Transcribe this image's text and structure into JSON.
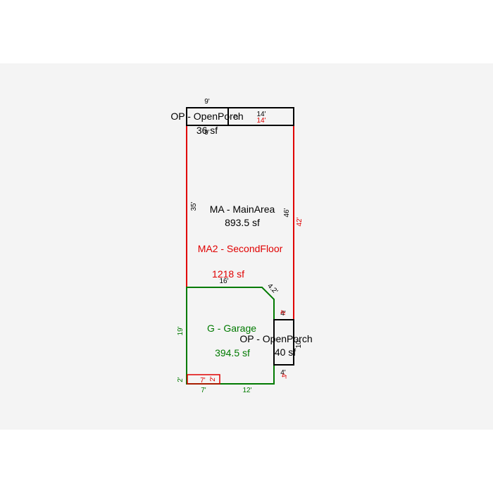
{
  "colors": {
    "black": "#000000",
    "red": "#e00000",
    "green": "#007a00",
    "background": "#f4f4f4"
  },
  "areas": {
    "open_porch_top": {
      "name": "OP - OpenPorch",
      "sqft": "36 sf"
    },
    "main_area": {
      "name": "MA - MainArea",
      "sqft": "893.5 sf"
    },
    "second_floor": {
      "name": "MA2 - SecondFloor",
      "sqft": "1218 sf"
    },
    "garage": {
      "name": "G - Garage",
      "sqft": "394.5 sf"
    },
    "open_porch_side": {
      "name": "OP - OpenPorch",
      "sqft": "40 sf"
    }
  },
  "dimensions": {
    "porch_top_width": "9'",
    "porch_top_inner": "9'",
    "porch_top_depth": "4'",
    "top_black_14": "14'",
    "top_red_14": "14'",
    "main_left": "35'",
    "main_right": "46'",
    "second_right": "42'",
    "main_bottom": "16'",
    "diag": "4.2'",
    "porch_side_top": "4'",
    "porch_side_bottom": "4'",
    "porch_side_height": "10'",
    "red_side_a": "4'",
    "red_side_b": "4'",
    "garage_left": "19'",
    "garage_left_small": "2'",
    "garage_bottom_7": "7'",
    "garage_bottom_12": "12'",
    "small_rect_7": "7'",
    "small_rect_2": "2'"
  }
}
